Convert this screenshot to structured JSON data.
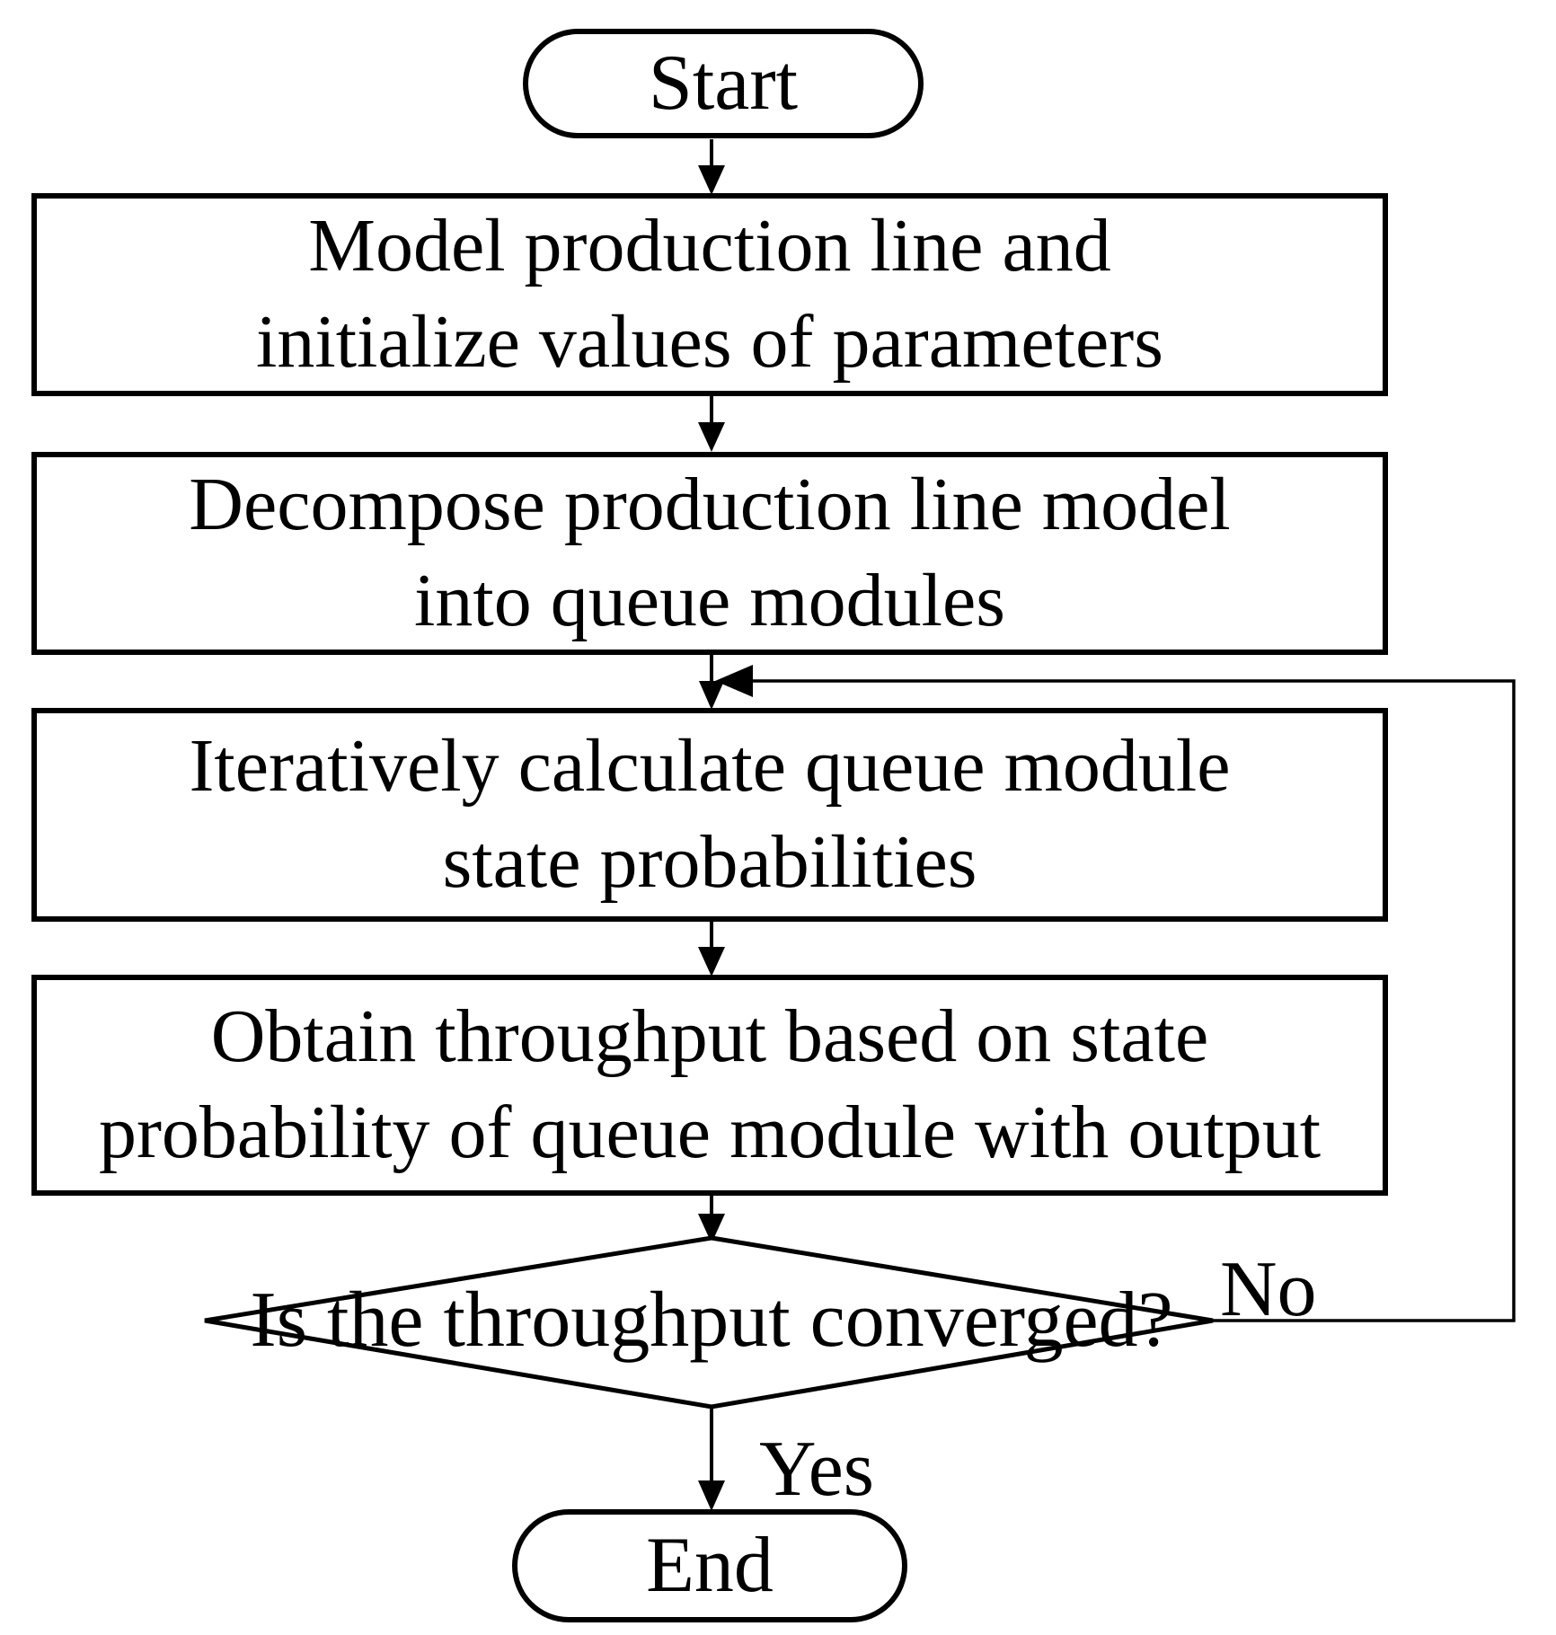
{
  "diagram": {
    "type": "flowchart",
    "background_color": "#ffffff",
    "stroke_color": "#000000",
    "nodes": {
      "start": {
        "type": "terminator",
        "label": "Start"
      },
      "step1": {
        "type": "process",
        "line1": "Model production line and",
        "line2": "initialize values of parameters"
      },
      "step2": {
        "type": "process",
        "line1": "Decompose production line model",
        "line2": "into queue modules"
      },
      "step3": {
        "type": "process",
        "line1": "Iteratively calculate queue module",
        "line2": "state probabilities"
      },
      "step4": {
        "type": "process",
        "line1": "Obtain throughput based on state",
        "line2": "probability of queue module with output"
      },
      "decision": {
        "type": "decision",
        "label": "Is the throughput converged?"
      },
      "end": {
        "type": "terminator",
        "label": "End"
      }
    },
    "edges": {
      "yes_label": "Yes",
      "no_label": "No",
      "loop_description": "No branch loops from decision back to step3"
    }
  }
}
